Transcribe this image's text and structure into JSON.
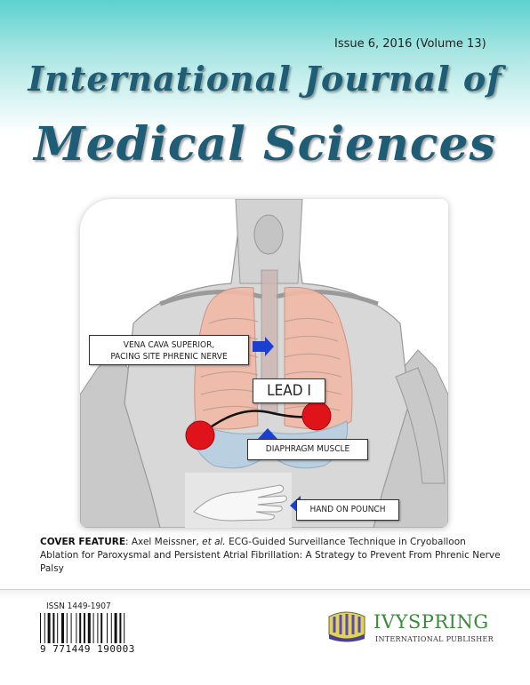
{
  "header": {
    "issue": "Issue 6, 2016 (Volume 13)",
    "title_line1": "International Journal of",
    "title_line2": "Medical Sciences"
  },
  "figure": {
    "label_vena_line1": "VENA CAVA SUPERIOR,",
    "label_vena_line2": "PACING SITE PHRENIC NERVE",
    "label_lead": "LEAD I",
    "label_diaphragm": "DIAPHRAGM MUSCLE",
    "label_hand": "HAND ON POUNCH",
    "electrode_color": "#e0121a",
    "arrow_color": "#1b3fd1"
  },
  "cover_feature": {
    "heading": "COVER FEATURE",
    "authors": ": Axel Meissner, ",
    "etal": "et al.",
    "text": " ECG-Guided Surveillance Technique in Cryoballoon Ablation for Paroxysmal and Persistent Atrial Fibrillation: A Strategy to Prevent From Phrenic Nerve Palsy"
  },
  "footer": {
    "issn": "ISSN 1449-1907",
    "barcode_digits": "9 771449 190003",
    "publisher_name": "IVYSPRING",
    "publisher_sub": "INTERNATIONAL PUBLISHER"
  },
  "colors": {
    "title": "#1e5d75",
    "band": "#5cd1cf",
    "publisher": "#3c8a3c"
  }
}
